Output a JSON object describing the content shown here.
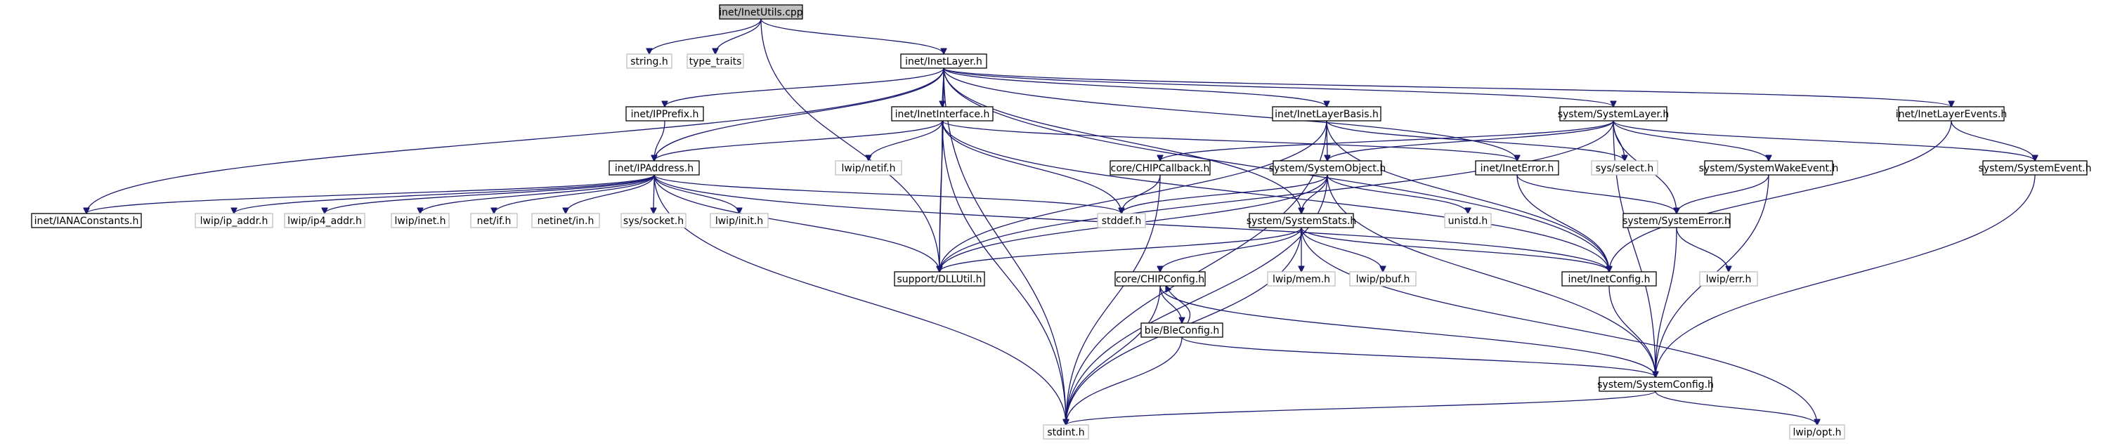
{
  "diagram": {
    "colors": {
      "edge": "#191970",
      "root_fill": "#bfbfbf",
      "local_border": "#000000",
      "system_border": "#bfbfbf"
    },
    "nodes": [
      {
        "id": "InetUtils",
        "label": "inet/InetUtils.cpp",
        "kind": "root"
      },
      {
        "id": "string",
        "label": "string.h",
        "kind": "system"
      },
      {
        "id": "type_traits",
        "label": "type_traits",
        "kind": "system"
      },
      {
        "id": "InetLayer",
        "label": "inet/InetLayer.h",
        "kind": "local"
      },
      {
        "id": "IPPrefix",
        "label": "inet/IPPrefix.h",
        "kind": "local"
      },
      {
        "id": "InetInterface",
        "label": "inet/InetInterface.h",
        "kind": "local"
      },
      {
        "id": "InetLayerBasis",
        "label": "inet/InetLayerBasis.h",
        "kind": "local"
      },
      {
        "id": "SystemLayer",
        "label": "system/SystemLayer.h",
        "kind": "local"
      },
      {
        "id": "InetLayerEvents",
        "label": "inet/InetLayerEvents.h",
        "kind": "local"
      },
      {
        "id": "IPAddress",
        "label": "inet/IPAddress.h",
        "kind": "local"
      },
      {
        "id": "lwip_netif",
        "label": "lwip/netif.h",
        "kind": "system"
      },
      {
        "id": "CHIPCallback",
        "label": "core/CHIPCallback.h",
        "kind": "local"
      },
      {
        "id": "SystemObject",
        "label": "system/SystemObject.h",
        "kind": "local"
      },
      {
        "id": "InetError",
        "label": "inet/InetError.h",
        "kind": "local"
      },
      {
        "id": "sys_select",
        "label": "sys/select.h",
        "kind": "system"
      },
      {
        "id": "SystemWakeEvent",
        "label": "system/SystemWakeEvent.h",
        "kind": "local"
      },
      {
        "id": "SystemEvent",
        "label": "system/SystemEvent.h",
        "kind": "local"
      },
      {
        "id": "IANAConstants",
        "label": "inet/IANAConstants.h",
        "kind": "local"
      },
      {
        "id": "lwip_ip_addr",
        "label": "lwip/ip_addr.h",
        "kind": "system"
      },
      {
        "id": "lwip_ip4_addr",
        "label": "lwip/ip4_addr.h",
        "kind": "system"
      },
      {
        "id": "lwip_inet",
        "label": "lwip/inet.h",
        "kind": "system"
      },
      {
        "id": "net_if",
        "label": "net/if.h",
        "kind": "system"
      },
      {
        "id": "netinet_in",
        "label": "netinet/in.h",
        "kind": "system"
      },
      {
        "id": "sys_socket",
        "label": "sys/socket.h",
        "kind": "system"
      },
      {
        "id": "lwip_init",
        "label": "lwip/init.h",
        "kind": "system"
      },
      {
        "id": "stddef",
        "label": "stddef.h",
        "kind": "system"
      },
      {
        "id": "unistd",
        "label": "unistd.h",
        "kind": "system"
      },
      {
        "id": "SystemError",
        "label": "system/SystemError.h",
        "kind": "local"
      },
      {
        "id": "SystemStats",
        "label": "system/SystemStats.h",
        "kind": "local"
      },
      {
        "id": "DLLUtil",
        "label": "support/DLLUtil.h",
        "kind": "local"
      },
      {
        "id": "CHIPConfig",
        "label": "core/CHIPConfig.h",
        "kind": "local"
      },
      {
        "id": "lwip_mem",
        "label": "lwip/mem.h",
        "kind": "system"
      },
      {
        "id": "lwip_pbuf",
        "label": "lwip/pbuf.h",
        "kind": "system"
      },
      {
        "id": "InetConfig",
        "label": "inet/InetConfig.h",
        "kind": "local"
      },
      {
        "id": "lwip_err",
        "label": "lwip/err.h",
        "kind": "system"
      },
      {
        "id": "BleConfig",
        "label": "ble/BleConfig.h",
        "kind": "local"
      },
      {
        "id": "SystemConfig",
        "label": "system/SystemConfig.h",
        "kind": "local"
      },
      {
        "id": "stdint",
        "label": "stdint.h",
        "kind": "system"
      },
      {
        "id": "lwip_opt",
        "label": "lwip/opt.h",
        "kind": "system"
      }
    ],
    "edges": [
      [
        "InetUtils",
        "string"
      ],
      [
        "InetUtils",
        "type_traits"
      ],
      [
        "InetUtils",
        "InetLayer"
      ],
      [
        "InetUtils",
        "DLLUtil"
      ],
      [
        "InetLayer",
        "IPPrefix"
      ],
      [
        "InetLayer",
        "InetInterface"
      ],
      [
        "InetLayer",
        "InetLayerBasis"
      ],
      [
        "InetLayer",
        "SystemLayer"
      ],
      [
        "InetLayer",
        "InetLayerEvents"
      ],
      [
        "InetLayer",
        "IPAddress"
      ],
      [
        "InetLayer",
        "IANAConstants"
      ],
      [
        "InetLayer",
        "InetError"
      ],
      [
        "InetLayer",
        "SystemStats"
      ],
      [
        "InetLayer",
        "DLLUtil"
      ],
      [
        "InetLayer",
        "InetConfig"
      ],
      [
        "InetLayer",
        "stdint"
      ],
      [
        "IPPrefix",
        "IPAddress"
      ],
      [
        "InetInterface",
        "IPAddress"
      ],
      [
        "InetInterface",
        "lwip_netif"
      ],
      [
        "InetInterface",
        "DLLUtil"
      ],
      [
        "InetInterface",
        "stddef"
      ],
      [
        "InetInterface",
        "InetError"
      ],
      [
        "InetInterface",
        "InetConfig"
      ],
      [
        "InetInterface",
        "stdint"
      ],
      [
        "InetLayerBasis",
        "SystemObject"
      ],
      [
        "InetLayerBasis",
        "InetConfig"
      ],
      [
        "InetLayerBasis",
        "sys_select"
      ],
      [
        "InetLayerBasis",
        "DLLUtil"
      ],
      [
        "InetLayerBasis",
        "stdint"
      ],
      [
        "SystemLayer",
        "CHIPCallback"
      ],
      [
        "SystemLayer",
        "SystemObject"
      ],
      [
        "SystemLayer",
        "SystemError"
      ],
      [
        "SystemLayer",
        "SystemWakeEvent"
      ],
      [
        "SystemLayer",
        "SystemEvent"
      ],
      [
        "SystemLayer",
        "sys_select"
      ],
      [
        "SystemLayer",
        "SystemConfig"
      ],
      [
        "SystemLayer",
        "DLLUtil"
      ],
      [
        "InetLayerEvents",
        "SystemEvent"
      ],
      [
        "InetLayerEvents",
        "InetConfig"
      ],
      [
        "IPAddress",
        "IANAConstants"
      ],
      [
        "IPAddress",
        "lwip_ip_addr"
      ],
      [
        "IPAddress",
        "lwip_ip4_addr"
      ],
      [
        "IPAddress",
        "lwip_inet"
      ],
      [
        "IPAddress",
        "net_if"
      ],
      [
        "IPAddress",
        "netinet_in"
      ],
      [
        "IPAddress",
        "sys_socket"
      ],
      [
        "IPAddress",
        "lwip_init"
      ],
      [
        "IPAddress",
        "stddef"
      ],
      [
        "IPAddress",
        "DLLUtil"
      ],
      [
        "IPAddress",
        "InetConfig"
      ],
      [
        "IPAddress",
        "stdint"
      ],
      [
        "CHIPCallback",
        "stddef"
      ],
      [
        "CHIPCallback",
        "stdint"
      ],
      [
        "SystemObject",
        "SystemStats"
      ],
      [
        "SystemObject",
        "unistd"
      ],
      [
        "SystemObject",
        "stddef"
      ],
      [
        "SystemObject",
        "DLLUtil"
      ],
      [
        "SystemObject",
        "SystemConfig"
      ],
      [
        "SystemObject",
        "stdint"
      ],
      [
        "InetError",
        "SystemError"
      ],
      [
        "InetError",
        "InetConfig"
      ],
      [
        "SystemWakeEvent",
        "SystemError"
      ],
      [
        "SystemWakeEvent",
        "SystemConfig"
      ],
      [
        "SystemEvent",
        "SystemConfig"
      ],
      [
        "SystemError",
        "lwip_err"
      ],
      [
        "SystemError",
        "SystemConfig"
      ],
      [
        "SystemStats",
        "CHIPConfig"
      ],
      [
        "SystemStats",
        "lwip_mem"
      ],
      [
        "SystemStats",
        "lwip_pbuf"
      ],
      [
        "SystemStats",
        "InetConfig"
      ],
      [
        "SystemStats",
        "DLLUtil"
      ],
      [
        "SystemStats",
        "stdint"
      ],
      [
        "SystemStats",
        "lwip_opt"
      ],
      [
        "CHIPConfig",
        "BleConfig"
      ],
      [
        "CHIPConfig",
        "SystemConfig"
      ],
      [
        "CHIPConfig",
        "stdint"
      ],
      [
        "BleConfig",
        "CHIPConfig"
      ],
      [
        "BleConfig",
        "SystemConfig"
      ],
      [
        "BleConfig",
        "stdint"
      ],
      [
        "InetConfig",
        "SystemConfig"
      ],
      [
        "SystemConfig",
        "stdint"
      ],
      [
        "SystemConfig",
        "lwip_opt"
      ]
    ]
  }
}
